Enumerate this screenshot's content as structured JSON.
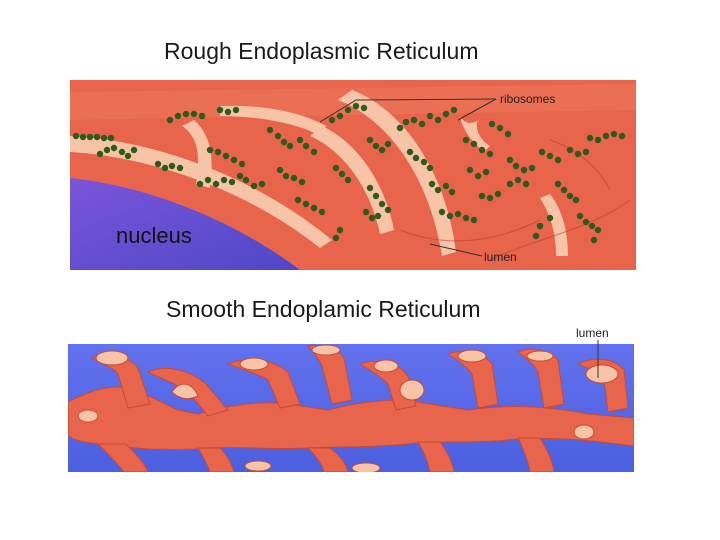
{
  "rough": {
    "title": "Rough Endoplasmic Reticulum",
    "labels": {
      "ribosomes": "ribosomes",
      "lumen": "lumen",
      "nucleus": "nucleus"
    }
  },
  "smooth": {
    "title": "Smooth Endoplamic Reticulum",
    "labels": {
      "lumen": "lumen"
    }
  },
  "colors": {
    "membrane": "#e8644a",
    "membrane_dark": "#d45238",
    "lumen": "#f7c4a8",
    "nucleus": "#6a4fd0",
    "cytoplasm_blue": "#5566e6",
    "ribosome": "#2e5a1c"
  }
}
